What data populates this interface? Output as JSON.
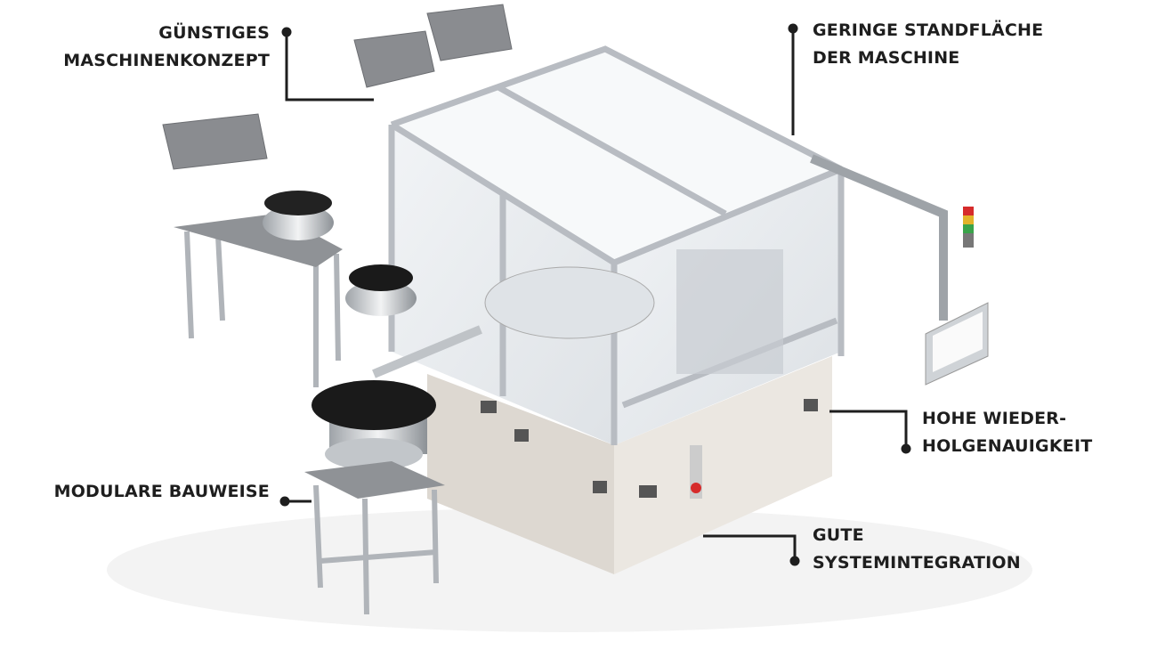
{
  "labels": {
    "cost": [
      "GÜNSTIGES",
      "MASCHINENKONZEPT"
    ],
    "footprint": [
      "GERINGE STANDFLÄCHE",
      "DER MASCHINE"
    ],
    "repeatability": [
      "HOHE WIEDER-",
      "HOLGENAUIGKEIT"
    ],
    "integration": [
      "GUTE",
      "SYSTEMINTEGRATION"
    ],
    "modular": [
      "MODULARE BAUWEISE"
    ]
  },
  "colors": {
    "text": "#1e1e1e",
    "frame": "#b8bcc2",
    "base": "#e6e2dc",
    "hopper": "#8a8c90",
    "lamp_red": "#d62b2b",
    "lamp_yellow": "#e2b32a",
    "lamp_green": "#3aa34a"
  }
}
